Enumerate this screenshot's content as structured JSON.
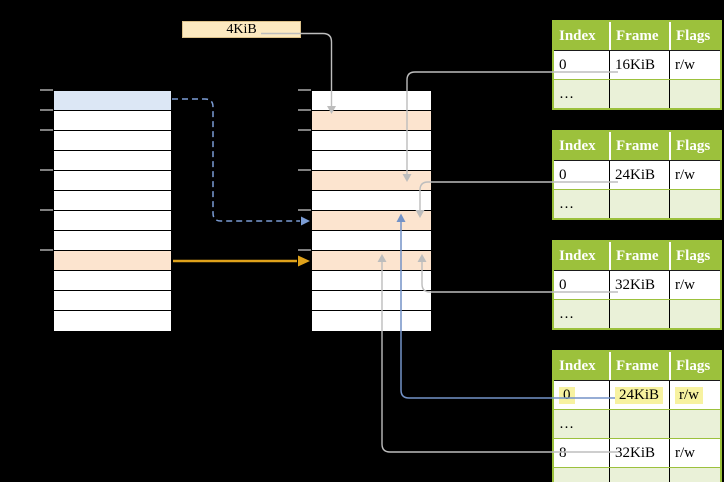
{
  "page_size_label": {
    "text": "4KiB"
  },
  "virtual_memory": {
    "rows": 12,
    "blue_rows": [
      0
    ],
    "orange_rows": [
      8
    ],
    "tick_boundaries": [
      0,
      1,
      2,
      4,
      6,
      8
    ]
  },
  "physical_memory": {
    "rows": 12,
    "blue_rows": [],
    "orange_rows": [
      1,
      4,
      6,
      8
    ],
    "tick_boundaries": [
      0,
      1,
      2,
      4,
      6,
      8
    ]
  },
  "page_tables": [
    {
      "columns": [
        "Index",
        "Frame",
        "Flags"
      ],
      "rows": [
        {
          "cells": [
            "0",
            "16KiB",
            "r/w"
          ],
          "shade": false,
          "highlight": false
        },
        {
          "cells": [
            "…",
            "",
            ""
          ],
          "shade": true,
          "highlight": false
        }
      ]
    },
    {
      "columns": [
        "Index",
        "Frame",
        "Flags"
      ],
      "rows": [
        {
          "cells": [
            "0",
            "24KiB",
            "r/w"
          ],
          "shade": false,
          "highlight": false
        },
        {
          "cells": [
            "…",
            "",
            ""
          ],
          "shade": true,
          "highlight": false
        }
      ]
    },
    {
      "columns": [
        "Index",
        "Frame",
        "Flags"
      ],
      "rows": [
        {
          "cells": [
            "0",
            "32KiB",
            "r/w"
          ],
          "shade": false,
          "highlight": false
        },
        {
          "cells": [
            "…",
            "",
            ""
          ],
          "shade": true,
          "highlight": false
        }
      ]
    },
    {
      "columns": [
        "Index",
        "Frame",
        "Flags"
      ],
      "rows": [
        {
          "cells": [
            "0",
            "24KiB",
            "r/w"
          ],
          "shade": false,
          "highlight": true
        },
        {
          "cells": [
            "…",
            "",
            ""
          ],
          "shade": true,
          "highlight": false
        },
        {
          "cells": [
            "8",
            "32KiB",
            "r/w"
          ],
          "shade": false,
          "highlight": false
        },
        {
          "cells": [
            "…",
            "",
            ""
          ],
          "shade": true,
          "highlight": false
        }
      ]
    }
  ],
  "colors": {
    "background": "#000000",
    "table_header_green": "#9CC13C",
    "table_row_light_green": "#EAF1D8",
    "memory_row_blue": "#DCE7F5",
    "memory_row_orange": "#FCE4CF",
    "label_box_yellow": "#FCE9C0",
    "highlight_yellow": "#F7F2A0",
    "arrow_grey": "#BDBDBD",
    "arrow_blue_solid": "#7392C7",
    "arrow_blue_dashed": "#7B9CD4",
    "arrow_orange": "#DFA21B",
    "tick_grey": "#7F7F7F"
  }
}
